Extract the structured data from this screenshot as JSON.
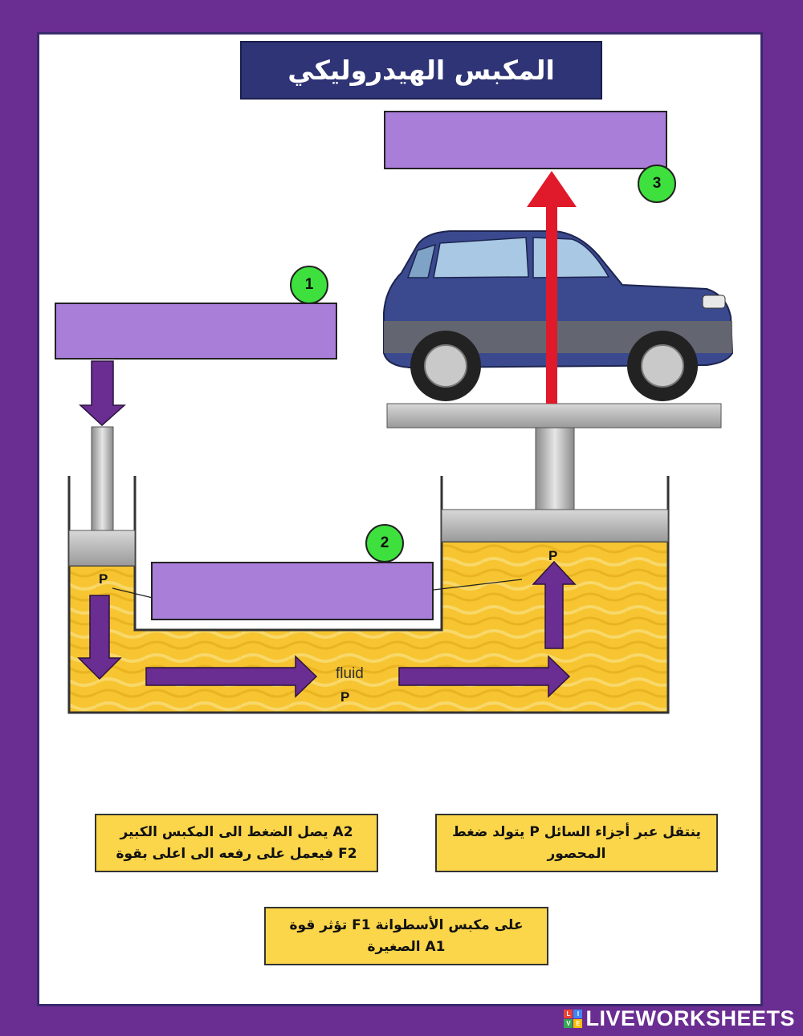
{
  "title": "المكبس الهيدروليكي",
  "badges": [
    "1",
    "2",
    "3"
  ],
  "diagram_labels": {
    "p_small": "P",
    "p_large": "P",
    "fluid": "fluid",
    "p_fluid": "P"
  },
  "cards": [
    {
      "id": "card-force-large",
      "text": "يصل الضغط الى المكبس الكبير A2\nفيعمل على رفعه الى اعلى بقوة F2"
    },
    {
      "id": "card-pressure",
      "text": "يتولد ضغط P ينتقل عبر أجزاء السائل\nالمحصور"
    },
    {
      "id": "card-force-small",
      "text": "تؤثر قوة F1 على مكبس الأسطوانة\nالصغيرة A1"
    }
  ],
  "footer": {
    "logo_text": "LIVEWORKSHEETS",
    "logo_letters": [
      "L",
      "I",
      "V",
      "E"
    ]
  },
  "colors": {
    "background": "#6a2d91",
    "title_bg": "#2e3475",
    "drop_zone": "#a97ed8",
    "badge": "#3ee03e",
    "card": "#fcd64a",
    "fluid": "#f6c531",
    "arrow_purple": "#6a2d91",
    "arrow_red": "#e0192b"
  }
}
